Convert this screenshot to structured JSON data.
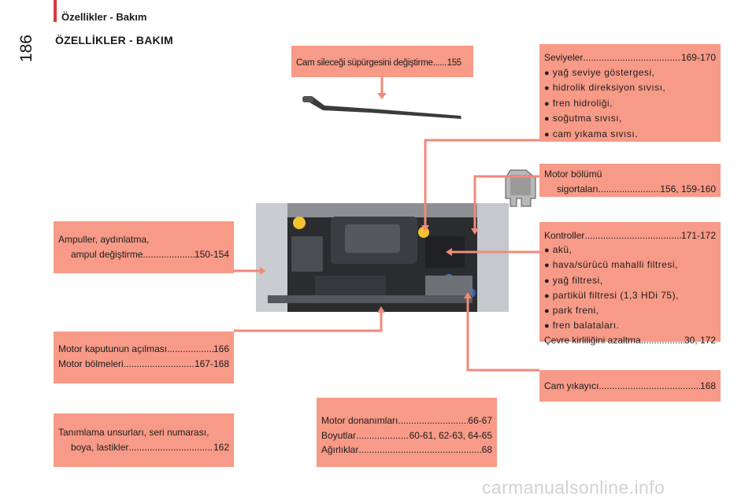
{
  "header": {
    "section": "Özellikler - Bakım",
    "page_number": "186"
  },
  "page_title": "ÖZELLİKLER - BAKIM",
  "boxes": {
    "wiper": {
      "label": "Cam sileceği süpürgesini değiştirme",
      "pages": "155"
    },
    "fluids": {
      "label": "Seviyeler",
      "pages": "169-170",
      "items": [
        "yağ seviye göstergesi,",
        "hidrolik direksiyon sıvısı,",
        "fren hidroliği,",
        "soğutma sıvısı,",
        "cam yıkama sıvısı."
      ]
    },
    "fuses": {
      "line1": "Motor bölümü",
      "line2": "sigortaları",
      "pages": "156, 159-160"
    },
    "bulbs": {
      "line1": "Ampuller, aydınlatma,",
      "line2": "ampul değiştirme",
      "pages": "150-154"
    },
    "checks": {
      "label": "Kontroller",
      "pages": "171-172",
      "items": [
        "akü,",
        "hava/sürücü mahalli filtresi,",
        "yağ filtresi,",
        "partikül filtresi (1,3 HDi 75),",
        "park freni,",
        "fren balataları."
      ],
      "extra_label": "Çevre kirliliğini azaltma",
      "extra_pages": "30, 172"
    },
    "bonnet": {
      "l1": "Motor kaputunun açılması",
      "p1": "166",
      "l2": "Motor bölmeleri",
      "p2": "167-168"
    },
    "washer": {
      "label": "Cam yıkayıcı",
      "pages": "168"
    },
    "ident": {
      "line1": "Tanımlama unsurları, seri numarası,",
      "line2": "boya, lastikler",
      "pages": "162"
    },
    "specs": {
      "l1": "Motor donanımları",
      "p1": "66-67",
      "l2": "Boyutlar",
      "p2": "60-61, 62-63, 64-65",
      "l3": "Ağırlıklar",
      "p3": "68"
    }
  },
  "watermark": "carmanualsonline.info",
  "colors": {
    "box": "#f79a87",
    "connector": "#f08a7a",
    "accent": "#d9393e"
  }
}
